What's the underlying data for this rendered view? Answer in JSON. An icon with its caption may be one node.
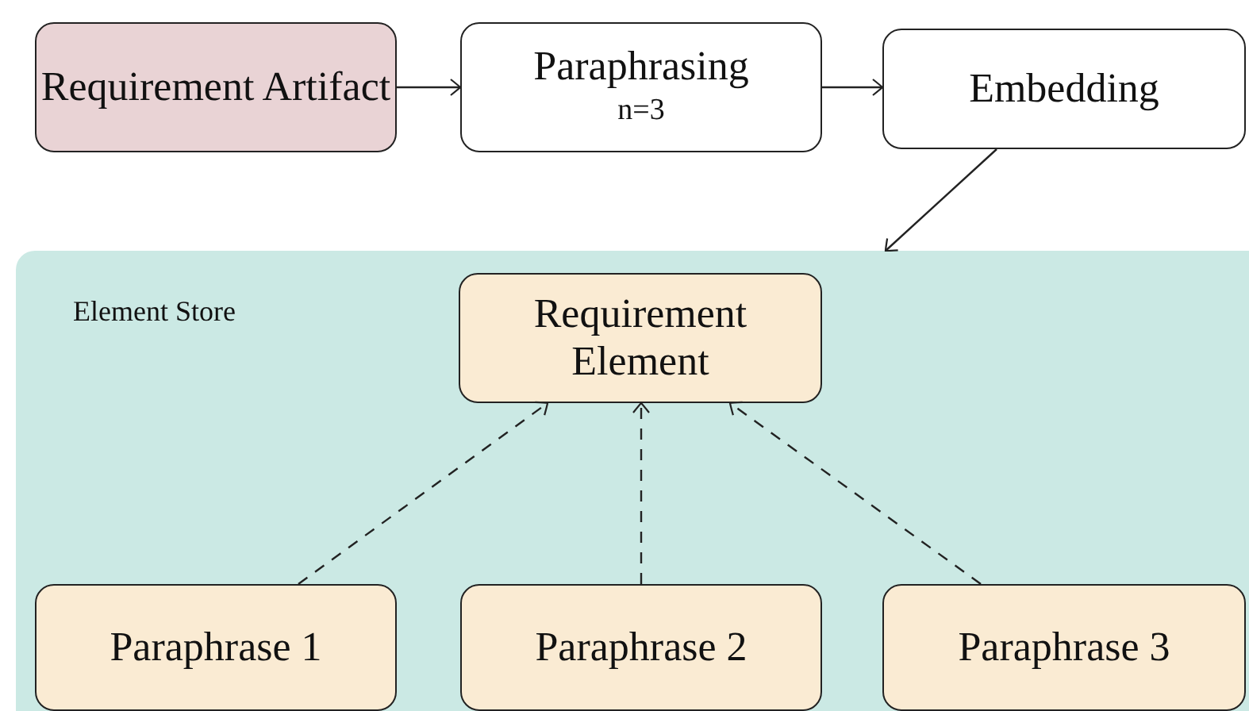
{
  "diagram": {
    "nodes": [
      {
        "text": [
          "Requirement Artifact"
        ]
      },
      {
        "text": [
          "Paraphrasing",
          "n=3"
        ]
      },
      {
        "text": [
          "Embedding"
        ]
      },
      {
        "text": [
          "Element Store"
        ]
      },
      {
        "text": [
          "Requirement Element"
        ],
        "in": 3
      },
      {
        "text": [
          "Paraphrase 1"
        ],
        "in": 3
      },
      {
        "text": [
          "Paraphrase 2"
        ],
        "in": 3
      },
      {
        "text": [
          "Paraphrase 3"
        ],
        "in": 3
      }
    ],
    "edges": [
      {
        "from": 0,
        "to": 1,
        "arrow": "to"
      },
      {
        "from": 1,
        "to": 2,
        "arrow": "to"
      },
      {
        "from": 2,
        "to": 3,
        "arrow": "to"
      },
      {
        "from": 5,
        "to": 4,
        "arrow": "to",
        "style": "dashed"
      },
      {
        "from": 6,
        "to": 4,
        "arrow": "to",
        "style": "dashed"
      },
      {
        "from": 7,
        "to": 4,
        "arrow": "to",
        "style": "dashed"
      }
    ]
  }
}
